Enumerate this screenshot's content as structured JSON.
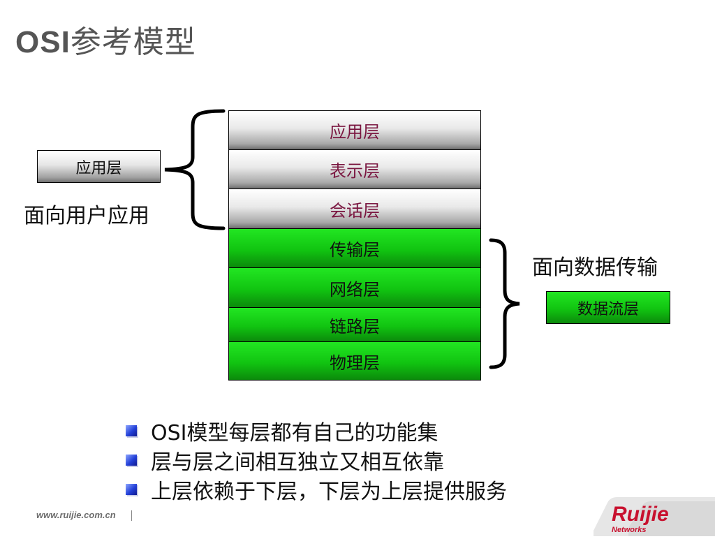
{
  "title": {
    "latin": "OSI",
    "cn": "参考模型"
  },
  "osi_layers": [
    {
      "label": "应用层",
      "group": "upper"
    },
    {
      "label": "表示层",
      "group": "upper"
    },
    {
      "label": "会话层",
      "group": "upper"
    },
    {
      "label": "传输层",
      "group": "lower"
    },
    {
      "label": "网络层",
      "group": "lower"
    },
    {
      "label": "链路层",
      "group": "lower"
    },
    {
      "label": "物理层",
      "group": "lower"
    }
  ],
  "left_group": {
    "box_label": "应用层",
    "caption": "面向用户应用"
  },
  "right_group": {
    "box_label": "数据流层",
    "caption": "面向数据传输"
  },
  "bullets": [
    "OSI模型每层都有自己的功能集",
    "层与层之间相互独立又相互依靠",
    "上层依赖于下层，下层为上层提供服务"
  ],
  "footer": {
    "url": "www.ruijie.com.cn"
  },
  "logo": {
    "brand": "Ruijie",
    "sub": "Networks"
  },
  "colors": {
    "upper_text": "#7a1640",
    "lower_fill": "#11c411",
    "bullet": "#2340d8"
  }
}
